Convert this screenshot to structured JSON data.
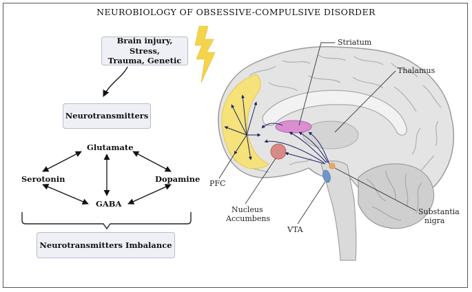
{
  "title": "NEUROBIOLOGY OF OBSESSIVE-COMPULSIVE DISORDER",
  "causes": {
    "line1": "Brain injury, Stress,",
    "line2": "Trauma, Genetic"
  },
  "neurotransmitters_box": "Neurotransmitters",
  "nodes": {
    "glutamate": "Glutamate",
    "serotonin": "Serotonin",
    "dopamine": "Dopamine",
    "gaba": "GABA"
  },
  "imbalance_box": "Neurotransmitters Imbalance",
  "brain_labels": {
    "striatum": "Striatum",
    "thalamus": "Thalamus",
    "pfc": "PFC",
    "nucleus_accumbens_1": "Nucleus",
    "nucleus_accumbens_2": "Accumbens",
    "vta": "VTA",
    "substantia_nigra_1": "Substantia",
    "substantia_nigra_2": "nigra"
  },
  "colors": {
    "pfc_region": "#f5e27a",
    "striatum_region": "#d98fcf",
    "nucleus_accumbens_region": "#d88a86",
    "vta_region": "#6e97c9",
    "substantia_nigra_region": "#f0a860",
    "lightning": "#f6d44a",
    "pathway": "#1c2360"
  }
}
